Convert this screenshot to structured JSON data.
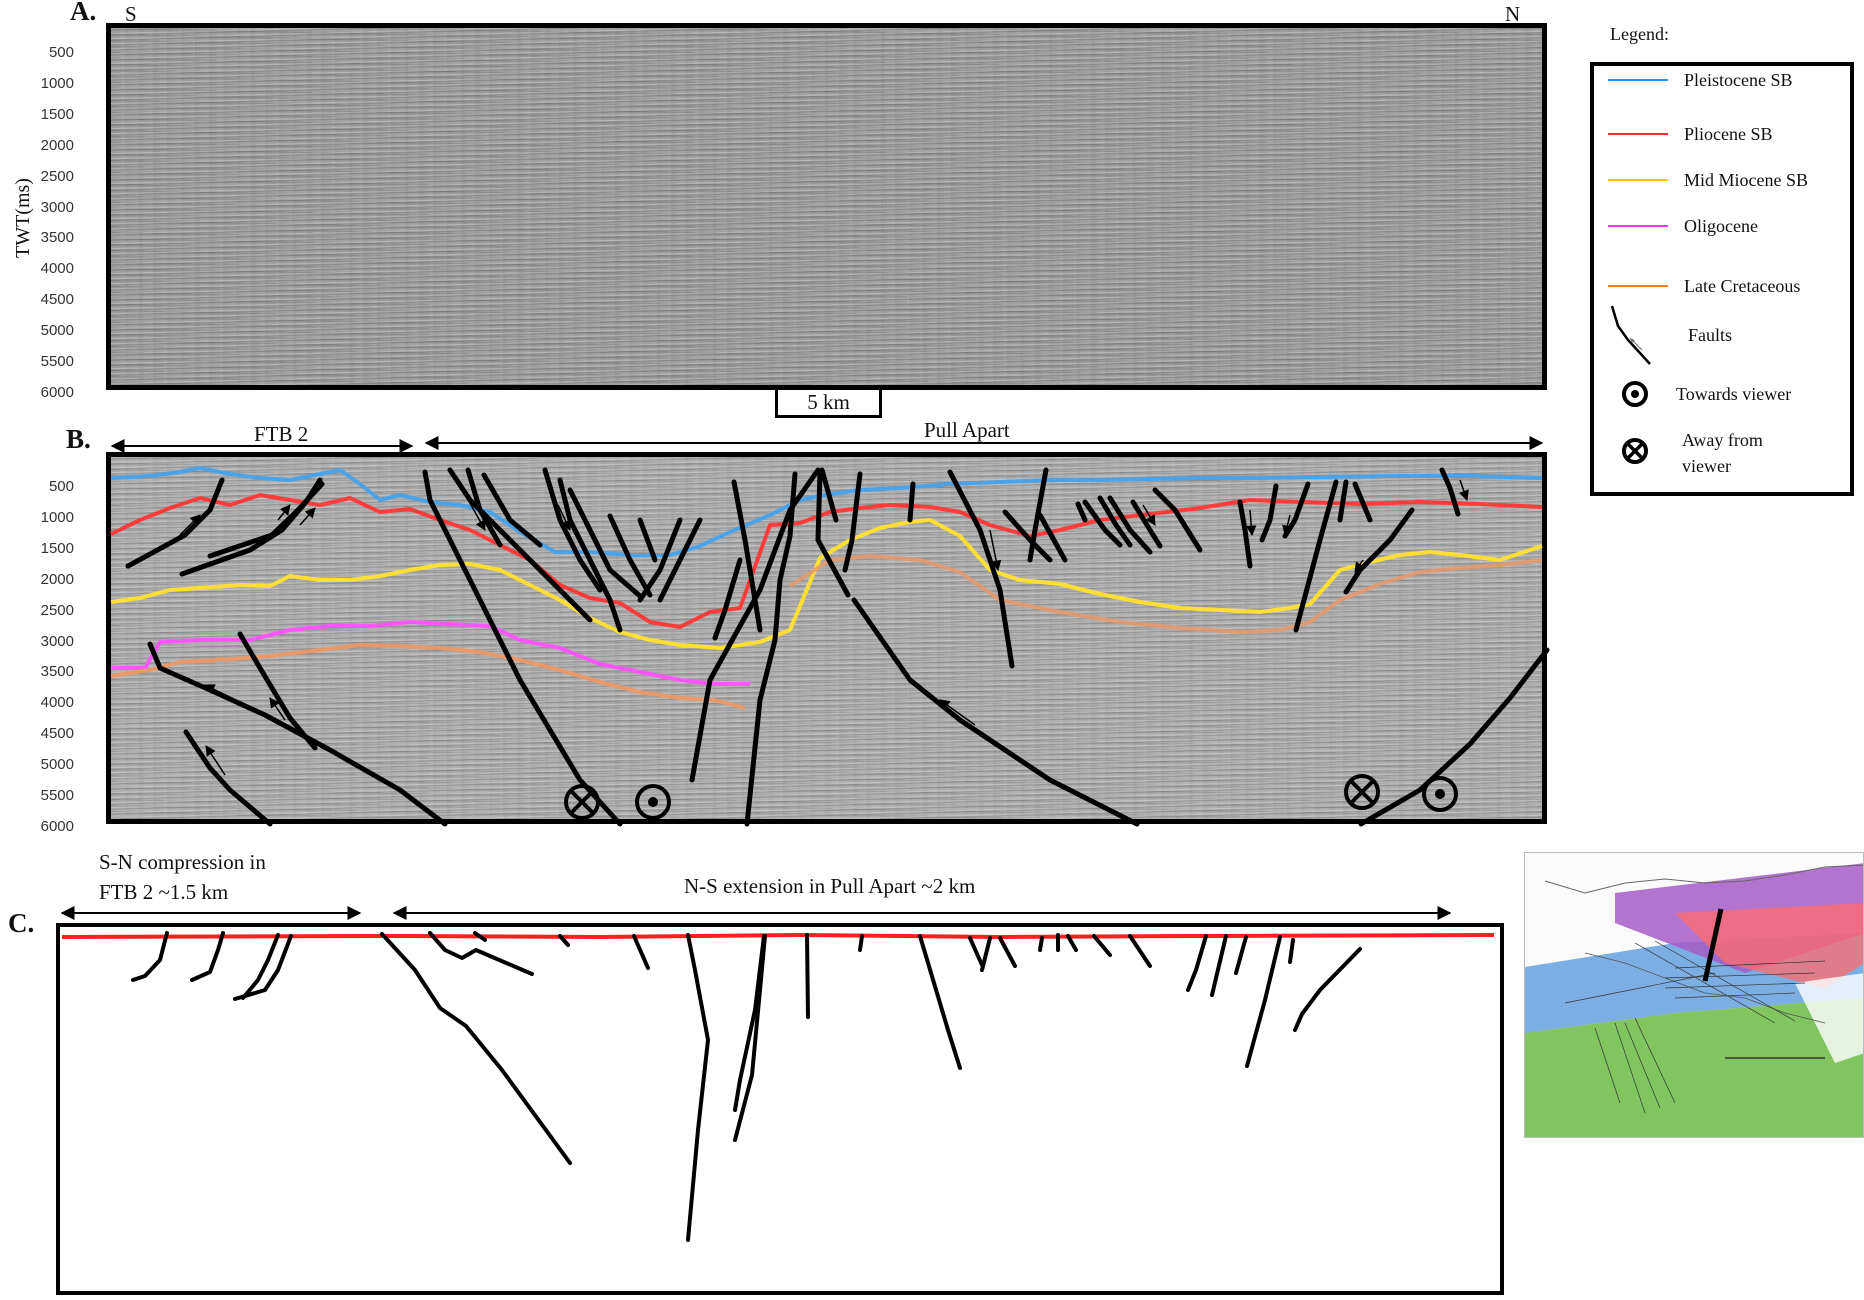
{
  "panel_a": {
    "label": "A.",
    "south": "S",
    "north": "N",
    "y_axis_title": "TWT(ms)",
    "y_ticks": [
      "500",
      "1000",
      "1500",
      "2000",
      "2500",
      "3000",
      "3500",
      "4000",
      "4500",
      "5000",
      "5500",
      "6000"
    ],
    "scale_bar": "5 km"
  },
  "panel_b": {
    "label": "B.",
    "segment_left": "FTB 2",
    "segment_right": "Pull Apart",
    "y_ticks": [
      "500",
      "1000",
      "1500",
      "2000",
      "2500",
      "3000",
      "3500",
      "4000",
      "4500",
      "5000",
      "5500",
      "6000"
    ]
  },
  "panel_c": {
    "label": "C.",
    "left_caption_line1": "S-N compression in",
    "left_caption_line2": "FTB 2 ~1.5 km",
    "right_caption": "N-S extension in Pull Apart ~2 km"
  },
  "legend": {
    "title": "Legend:",
    "items": [
      {
        "label": "Pleistocene SB",
        "color": "#1e90ff"
      },
      {
        "label": "Pliocene SB",
        "color": "#ff2a2a"
      },
      {
        "label": "Mid Miocene SB",
        "color": "#ffc400"
      },
      {
        "label": "Oligocene",
        "color": "#ff33ff"
      },
      {
        "label": "Late Cretaceous",
        "color": "#ff7a1a"
      }
    ],
    "faults": "Faults",
    "towards": "Towards viewer",
    "away_line1": "Away from",
    "away_line2": "viewer"
  },
  "horizon_colors": {
    "pleistocene": "#4aa3e8",
    "pliocene": "#ff3b3b",
    "mid_miocene": "#ffe032",
    "oligocene": "#ff55ff",
    "late_cretaceous": "#e8996a"
  }
}
